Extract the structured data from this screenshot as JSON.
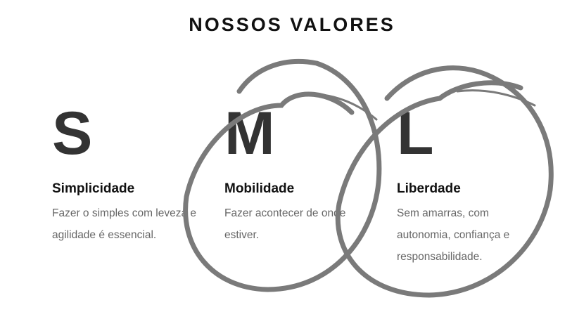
{
  "title": "NOSSOS VALORES",
  "values": [
    {
      "letter": "S",
      "heading": "Simplicidade",
      "description": "Fazer o simples com leveza e agilidade é essencial."
    },
    {
      "letter": "M",
      "heading": "Mobilidade",
      "description": "Fazer acontecer de onde estiver."
    },
    {
      "letter": "L",
      "heading": "Liberdade",
      "description": "Sem amarras, com autonomia, confiança e responsabilidade."
    }
  ],
  "colors": {
    "scribble": "#7a7a7a",
    "letter": "#333333"
  }
}
